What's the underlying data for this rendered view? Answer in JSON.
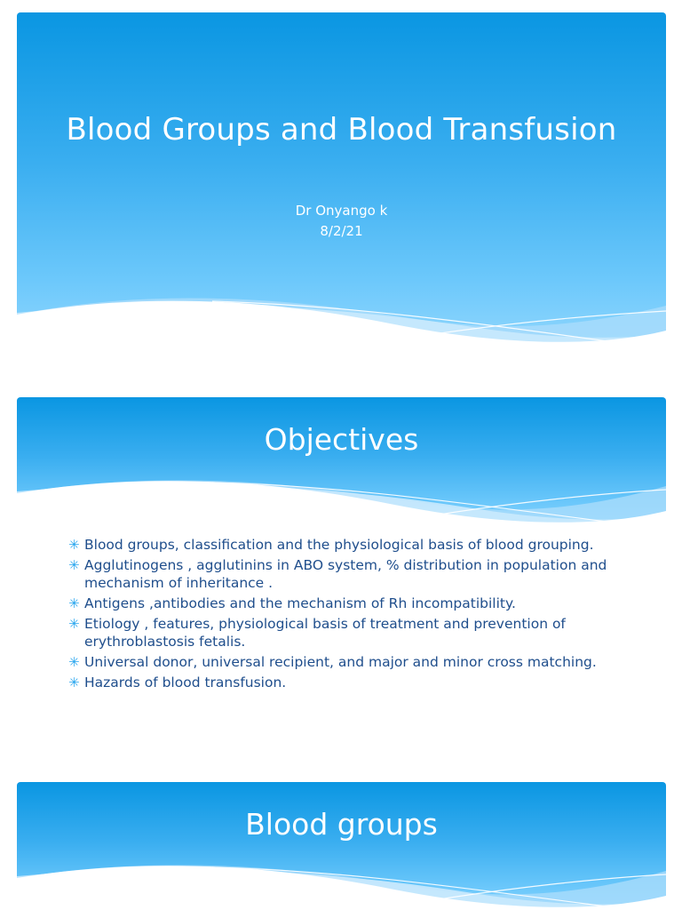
{
  "slides": {
    "title_slide": {
      "title": "Blood Groups and Blood Transfusion",
      "author": "Dr Onyango k",
      "date": "8/2/21"
    },
    "objectives": {
      "title": "Objectives",
      "bullet_icon": "star-bullet-icon",
      "items": [
        "Blood  groups, classification and the physiological basis of blood grouping.",
        "Agglutinogens , agglutinins in ABO system, % distribution in population and mechanism of inheritance .",
        "Antigens ,antibodies and the mechanism of Rh incompatibility.",
        "Etiology , features, physiological basis of treatment and prevention of erythroblastosis fetalis.",
        "Universal  donor, universal recipient, and major and minor cross matching.",
        "Hazards  of blood transfusion."
      ]
    },
    "blood_groups": {
      "title": "Blood groups"
    }
  },
  "colors": {
    "band_top": "#0a96e2",
    "band_bottom": "#8fd6fd",
    "bullet_text": "#1f4e8c",
    "bullet_star": "#29a6ee"
  }
}
